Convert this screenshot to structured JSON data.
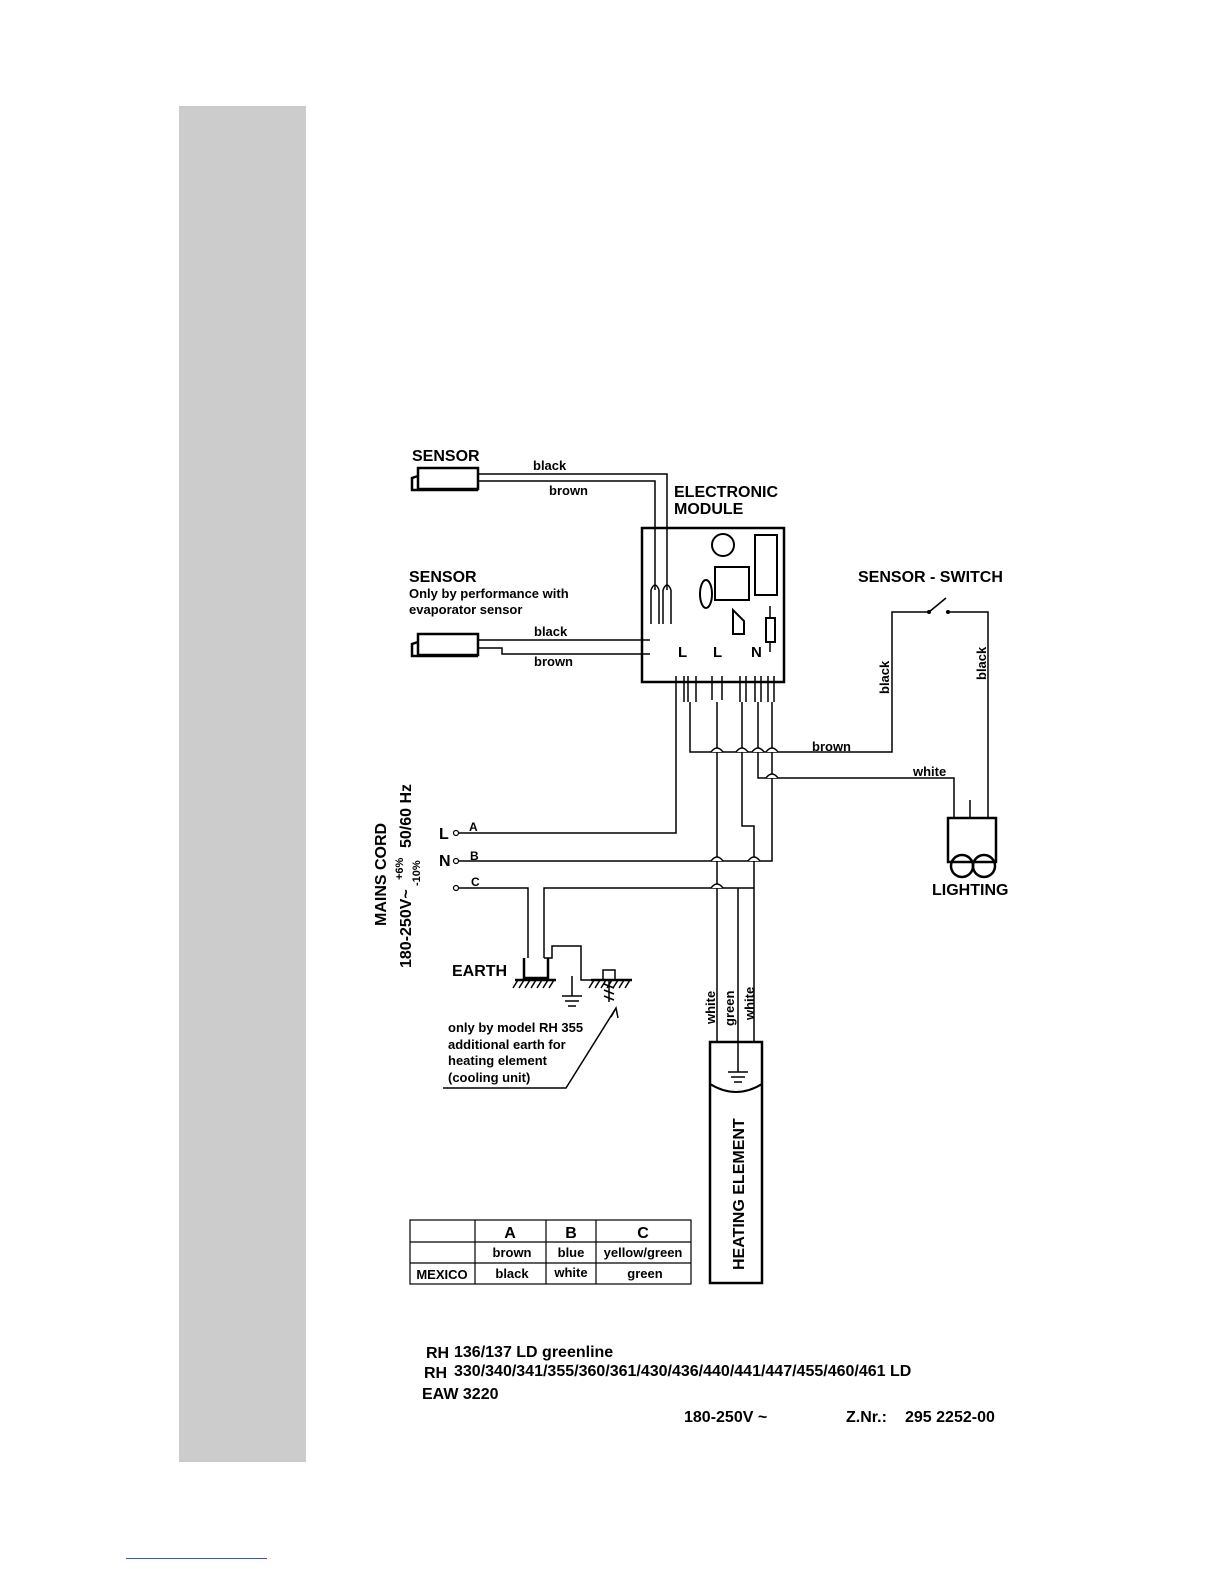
{
  "labels": {
    "sensor_top": "SENSOR",
    "sensor_top_black": "black",
    "sensor_top_brown": "brown",
    "module_line1": "ELECTRONIC",
    "module_line2": "MODULE",
    "sensor_mid": "SENSOR",
    "sensor_mid_note1": "Only by performance with",
    "sensor_mid_note2": "evaporator sensor",
    "sensor_mid_black": "black",
    "sensor_mid_brown": "brown",
    "term_L1": "L",
    "term_L2": "L",
    "term_N": "N",
    "sensor_switch": "SENSOR - SWITCH",
    "switch_black_left": "black",
    "switch_black_right": "black",
    "wire_brown": "brown",
    "wire_white": "white",
    "lighting": "LIGHTING",
    "mains_line1": "MAINS  CORD",
    "mains_line2": "180-250V~",
    "mains_tol_plus": "+6%",
    "mains_tol_minus": "-10%",
    "mains_freq": "50/60 Hz",
    "cord_L": "L",
    "cord_N": "N",
    "cord_A": "A",
    "cord_B": "B",
    "cord_C": "C",
    "earth": "EARTH",
    "earth_note1": "only by model RH 355",
    "earth_note2": "additional earth for",
    "earth_note3": "heating element",
    "earth_note4": "(cooling unit)",
    "heat_white1": "white",
    "heat_green": "green",
    "heat_white2": "white",
    "heating_element": "HEATING  ELEMENT"
  },
  "color_table": {
    "headers": [
      "",
      "A",
      "B",
      "C"
    ],
    "rows": [
      [
        "",
        "brown",
        "blue",
        "yellow/green"
      ],
      [
        "MEXICO",
        "black",
        "white",
        "green"
      ]
    ]
  },
  "footer": {
    "line1_prefix": "RH",
    "line1": "136/137 LD greenline",
    "line2_prefix": "RH",
    "line2": "330/340/341/355/360/361/430/436/440/441/447/455/460/461 LD",
    "line3": "EAW 3220",
    "voltage": "180-250V ~",
    "drawing_no_label": "Z.Nr.:",
    "drawing_no": "295 2252-00"
  }
}
